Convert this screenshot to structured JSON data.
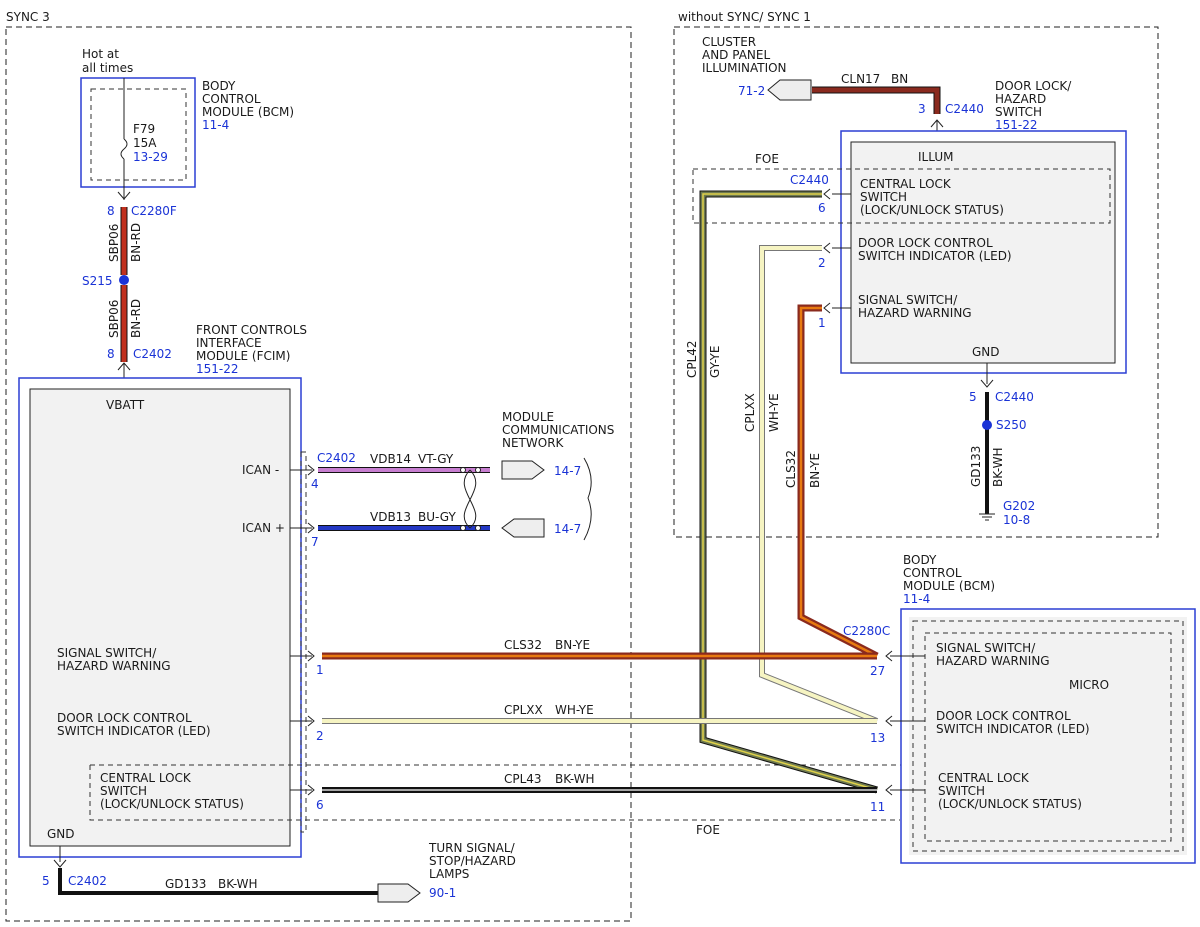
{
  "sections": {
    "sync3": "SYNC 3",
    "without_sync": "without SYNC/ SYNC 1"
  },
  "bcm_top": {
    "hot_label_1": "Hot at",
    "hot_label_2": "all times",
    "name_1": "BODY",
    "name_2": "CONTROL",
    "name_3": "MODULE (BCM)",
    "ref": "11-4",
    "fuse_id": "F79",
    "fuse_rating": "15A",
    "fuse_ref": "13-29",
    "pin": "8",
    "connector": "C2280F"
  },
  "splice_s215": {
    "label": "S215",
    "circuit": "SBP06",
    "color": "BN-RD"
  },
  "fcim": {
    "name_1": "FRONT CONTROLS",
    "name_2": "INTERFACE",
    "name_3": "MODULE (FCIM)",
    "ref": "151-22",
    "pin_top": "8",
    "connector_top": "C2402",
    "vbatt": "VBATT",
    "ican_minus": "ICAN -",
    "ican_plus": "ICAN +",
    "connector_can": "C2402",
    "pin_ican_minus": "4",
    "pin_ican_plus": "7",
    "signal_1": "SIGNAL SWITCH/",
    "signal_2": "HAZARD WARNING",
    "doorlock_1": "DOOR LOCK CONTROL",
    "doorlock_2": "SWITCH INDICATOR (LED)",
    "central_1": "CENTRAL LOCK",
    "central_2": "SWITCH",
    "central_3": "(LOCK/UNLOCK STATUS)",
    "pin_signal": "1",
    "pin_doorlock": "2",
    "pin_central": "6",
    "gnd": "GND",
    "pin_gnd": "5",
    "connector_gnd": "C2402"
  },
  "can": {
    "network_1": "MODULE",
    "network_2": "COMMUNICATIONS",
    "network_3": "NETWORK",
    "w1_circuit": "VDB14",
    "w1_color": "VT-GY",
    "w1_ref": "14-7",
    "w2_circuit": "VDB13",
    "w2_color": "BU-GY",
    "w2_ref": "14-7"
  },
  "ground_fcim": {
    "circuit": "GD133",
    "color": "BK-WH",
    "dest_1": "TURN SIGNAL/",
    "dest_2": "STOP/HAZARD",
    "dest_3": "LAMPS",
    "ref": "90-1"
  },
  "cluster": {
    "label_1": "CLUSTER",
    "label_2": "AND PANEL",
    "label_3": "ILLUMINATION",
    "ref": "71-2",
    "circuit": "CLN17",
    "color": "BN"
  },
  "door_switch": {
    "name_1": "DOOR LOCK/",
    "name_2": "HAZARD",
    "name_3": "SWITCH",
    "ref": "151-22",
    "pin_illum": "3",
    "connector": "C2440",
    "illum": "ILLUM",
    "foe": "FOE",
    "connector_central": "C2440",
    "pin_central": "6",
    "central_1": "CENTRAL LOCK",
    "central_2": "SWITCH",
    "central_3": "(LOCK/UNLOCK STATUS)",
    "doorlock_1": "DOOR LOCK CONTROL",
    "doorlock_2": "SWITCH INDICATOR (LED)",
    "pin_doorlock": "2",
    "signal_1": "SIGNAL SWITCH/",
    "signal_2": "HAZARD WARNING",
    "pin_signal": "1",
    "gnd": "GND",
    "pin_gnd": "5",
    "connector_gnd": "C2440",
    "splice": "S250",
    "gnd_circuit": "GD133",
    "gnd_color": "BK-WH",
    "ground_point": "G202",
    "ground_ref": "10-8"
  },
  "vertical_wires": {
    "cpl42_circuit": "CPL42",
    "cpl42_color": "GY-YE",
    "cplxx_circuit": "CPLXX",
    "cplxx_color": "WH-YE",
    "cls32_circuit": "CLS32",
    "cls32_color": "BN-YE"
  },
  "horizontal_wires": {
    "w1_circuit": "CLS32",
    "w1_color": "BN-YE",
    "w2_circuit": "CPLXX",
    "w2_color": "WH-YE",
    "w3_circuit": "CPL43",
    "w3_color": "BK-WH"
  },
  "bcm_right": {
    "name_1": "BODY",
    "name_2": "CONTROL",
    "name_3": "MODULE (BCM)",
    "ref": "11-4",
    "connector": "C2280C",
    "pin_signal": "27",
    "pin_doorlock": "13",
    "pin_central": "11",
    "micro": "MICRO",
    "signal_1": "SIGNAL SWITCH/",
    "signal_2": "HAZARD WARNING",
    "doorlock_1": "DOOR LOCK CONTROL",
    "doorlock_2": "SWITCH INDICATOR (LED)",
    "central_1": "CENTRAL LOCK",
    "central_2": "SWITCH",
    "central_3": "(LOCK/UNLOCK STATUS)"
  },
  "foe_bottom": "FOE",
  "wire_colors": {
    "brown": "#8a2a1e",
    "brown_red_stripe": "#c0301e",
    "orange_stripe": "#e87a10",
    "white_yellow": "#f6f4c2",
    "yellow": "#e0d24a",
    "grey_yellow": "#6f7a50",
    "violet_grey": "#c77ed0",
    "blue_grey": "#2438c4",
    "black": "#111111",
    "module_blue": "#2b3fd4",
    "ref_blue": "#1a33d6"
  }
}
